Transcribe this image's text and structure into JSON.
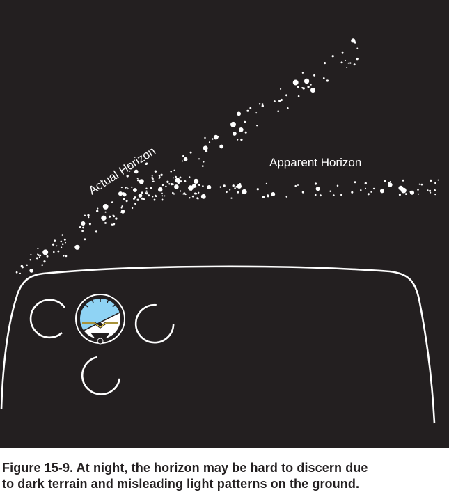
{
  "labels": {
    "actual_horizon": "Actual Horizon",
    "apparent_horizon": "Apparent Horizon"
  },
  "caption": {
    "line1": "Figure 15-9. At night, the horizon may be hard to discern due",
    "line2": "to dark terrain and misleading light patterns on the ground."
  },
  "colors": {
    "background": "#231f20",
    "lights": "#ffffff",
    "attitude_sky": "#8fd3f4",
    "attitude_ground": "#ffffff"
  },
  "icons": [
    "attitude-indicator-icon",
    "gauge-icon"
  ]
}
